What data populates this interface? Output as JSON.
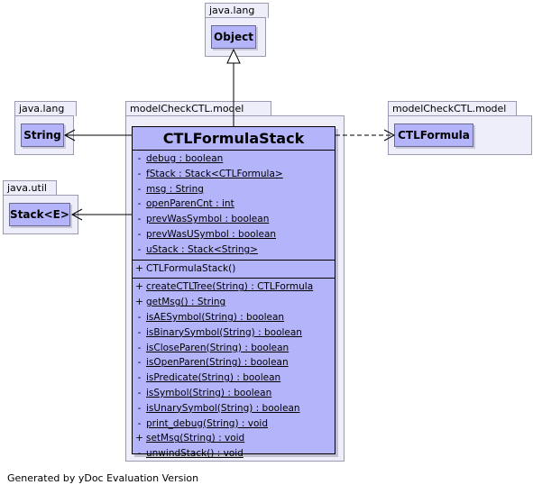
{
  "packages": {
    "java_lang_top": "java.lang",
    "java_lang_left": "java.lang",
    "java_util": "java.util",
    "model_main": "modelCheckCTL.model",
    "model_right": "modelCheckCTL.model"
  },
  "classes": {
    "object": "Object",
    "string": "String",
    "stack": "Stack<E>",
    "ctlformula": "CTLFormula"
  },
  "main_class": {
    "name": "CTLFormulaStack",
    "fields": [
      {
        "vis": "-",
        "text": "debug : boolean"
      },
      {
        "vis": "-",
        "text": "fStack : Stack<CTLFormula>"
      },
      {
        "vis": "-",
        "text": "msg : String"
      },
      {
        "vis": "-",
        "text": "openParenCnt : int"
      },
      {
        "vis": "-",
        "text": "prevWasSymbol : boolean"
      },
      {
        "vis": "-",
        "text": "prevWasUSymbol : boolean"
      },
      {
        "vis": "-",
        "text": "uStack : Stack<String>"
      }
    ],
    "constructors": [
      {
        "vis": "+",
        "text": "CTLFormulaStack()"
      }
    ],
    "methods": [
      {
        "vis": "+",
        "text": "createCTLTree(String) : CTLFormula"
      },
      {
        "vis": "+",
        "text": "getMsg() : String"
      },
      {
        "vis": "-",
        "text": "isAESymbol(String) : boolean"
      },
      {
        "vis": "-",
        "text": "isBinarySymbol(String) : boolean"
      },
      {
        "vis": "-",
        "text": "isCloseParen(String) : boolean"
      },
      {
        "vis": "-",
        "text": "isOpenParen(String) : boolean"
      },
      {
        "vis": "-",
        "text": "isPredicate(String) : boolean"
      },
      {
        "vis": "-",
        "text": "isSymbol(String) : boolean"
      },
      {
        "vis": "-",
        "text": "isUnarySymbol(String) : boolean"
      },
      {
        "vis": "-",
        "text": "print_debug(String) : void"
      },
      {
        "vis": "+",
        "text": "setMsg(String) : void"
      },
      {
        "vis": "-",
        "text": "unwindStack() : void"
      }
    ]
  },
  "footer": "Generated by yDoc Evaluation Version",
  "colors": {
    "class_fill": "#b4b4fa",
    "package_fill": "#eeeefa"
  }
}
